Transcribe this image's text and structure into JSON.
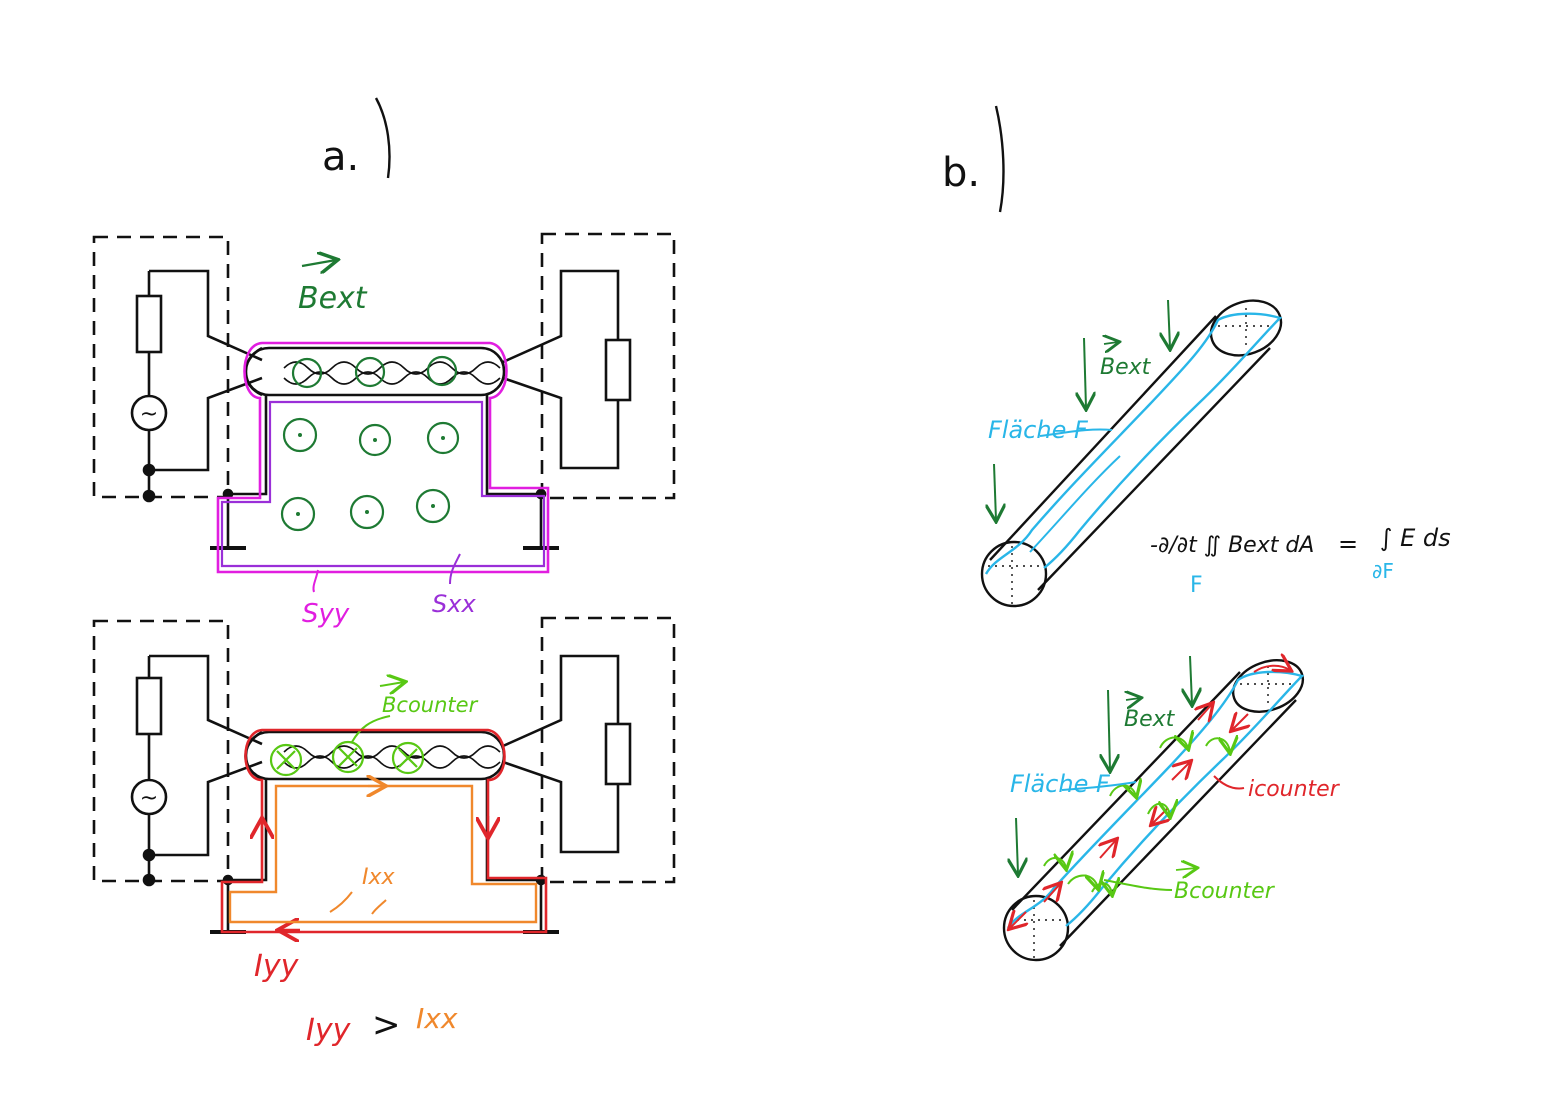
{
  "part_a": {
    "label": "a.",
    "top": {
      "b_ext_label": "Bext",
      "s_yy_label": "Syy",
      "s_xx_label": "Sxx"
    },
    "bottom": {
      "b_counter_label": "Bcounter",
      "i_xx_label": "Ixx",
      "i_yy_label": "Iyy",
      "comparison": {
        "left": "Iyy",
        "op": ">",
        "right": "Ixx"
      }
    }
  },
  "part_b": {
    "label": "b.",
    "top": {
      "b_ext_label": "Bext",
      "flaeche_label": "Fläche F",
      "formula_lhs": "-∂/∂t ∬ Bext dA",
      "formula_eq": "=",
      "formula_rhs": "∫ E ds",
      "formula_lhs_sub": "F",
      "formula_rhs_sub": "∂F"
    },
    "bottom": {
      "b_ext_label": "Bext",
      "flaeche_label": "Fläche F",
      "i_counter_label": "icounter",
      "b_counter_label": "Bcounter"
    }
  },
  "colors": {
    "ink": "#111111",
    "green_dark": "#1e7a33",
    "green_light": "#58c814",
    "magenta": "#e11ee0",
    "purple": "#9a2fd8",
    "red": "#e0262b",
    "orange": "#f0882c",
    "cyan": "#29b6e8"
  }
}
